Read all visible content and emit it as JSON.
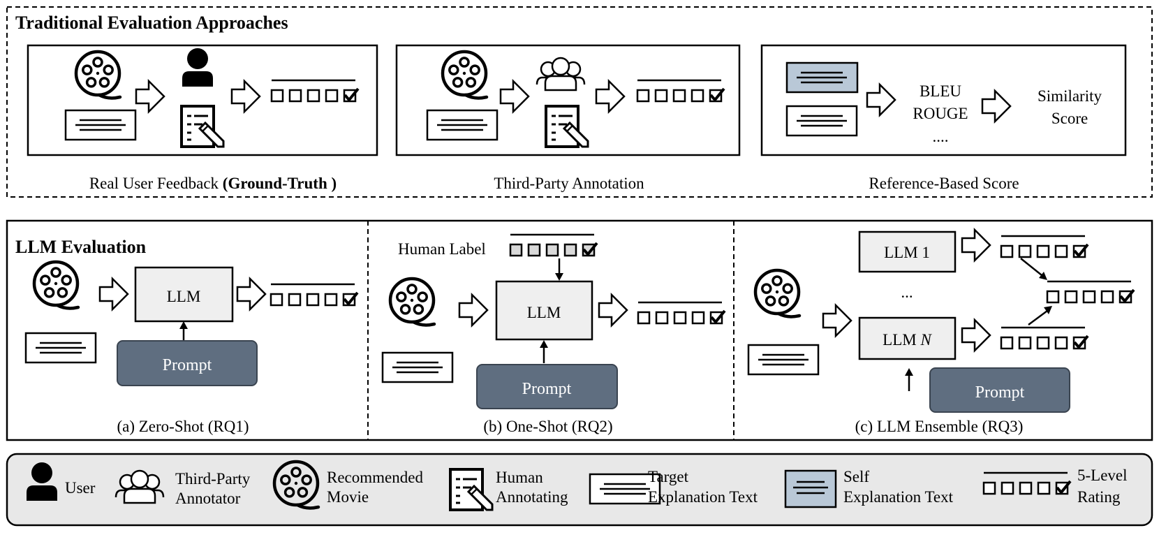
{
  "traditional": {
    "title": "Traditional Evaluation Approaches",
    "panels": [
      {
        "caption_prefix": "Real User Feedback ",
        "caption_bold": "(Ground-Truth )"
      },
      {
        "caption": "Third-Party Annotation"
      },
      {
        "caption": "Reference-Based Score",
        "metrics": [
          "BLEU",
          "ROUGE",
          "...."
        ],
        "result": [
          "Similarity",
          "Score"
        ]
      }
    ]
  },
  "llm_eval": {
    "title": "LLM Evaluation",
    "llm_label": "LLM",
    "prompt_label": "Prompt",
    "human_label": "Human Label",
    "ensemble": {
      "llm_1": "LLM 1",
      "dots": "...",
      "llm_n_prefix": "LLM ",
      "llm_n_var": "N"
    },
    "captions": [
      "(a) Zero-Shot (RQ1)",
      "(b) One-Shot (RQ2)",
      "(c) LLM Ensemble (RQ3)"
    ]
  },
  "legend": {
    "user": "User",
    "annotator": [
      "Third-Party",
      "Annotator"
    ],
    "movie": [
      "Recommended",
      "Movie"
    ],
    "annotating": [
      "Human",
      "Annotating"
    ],
    "target_text": [
      "Target",
      "Explanation Text"
    ],
    "self_text": [
      "Self",
      "Explanation Text"
    ],
    "rating": [
      "5-Level",
      "Rating"
    ]
  },
  "colors": {
    "prompt_fill": "#5f6e80",
    "llm_fill": "#efefef",
    "self_text_fill": "#b9c8d7",
    "legend_fill": "#e8e8e8",
    "rating_gray_fill": "#d9d9d9"
  }
}
